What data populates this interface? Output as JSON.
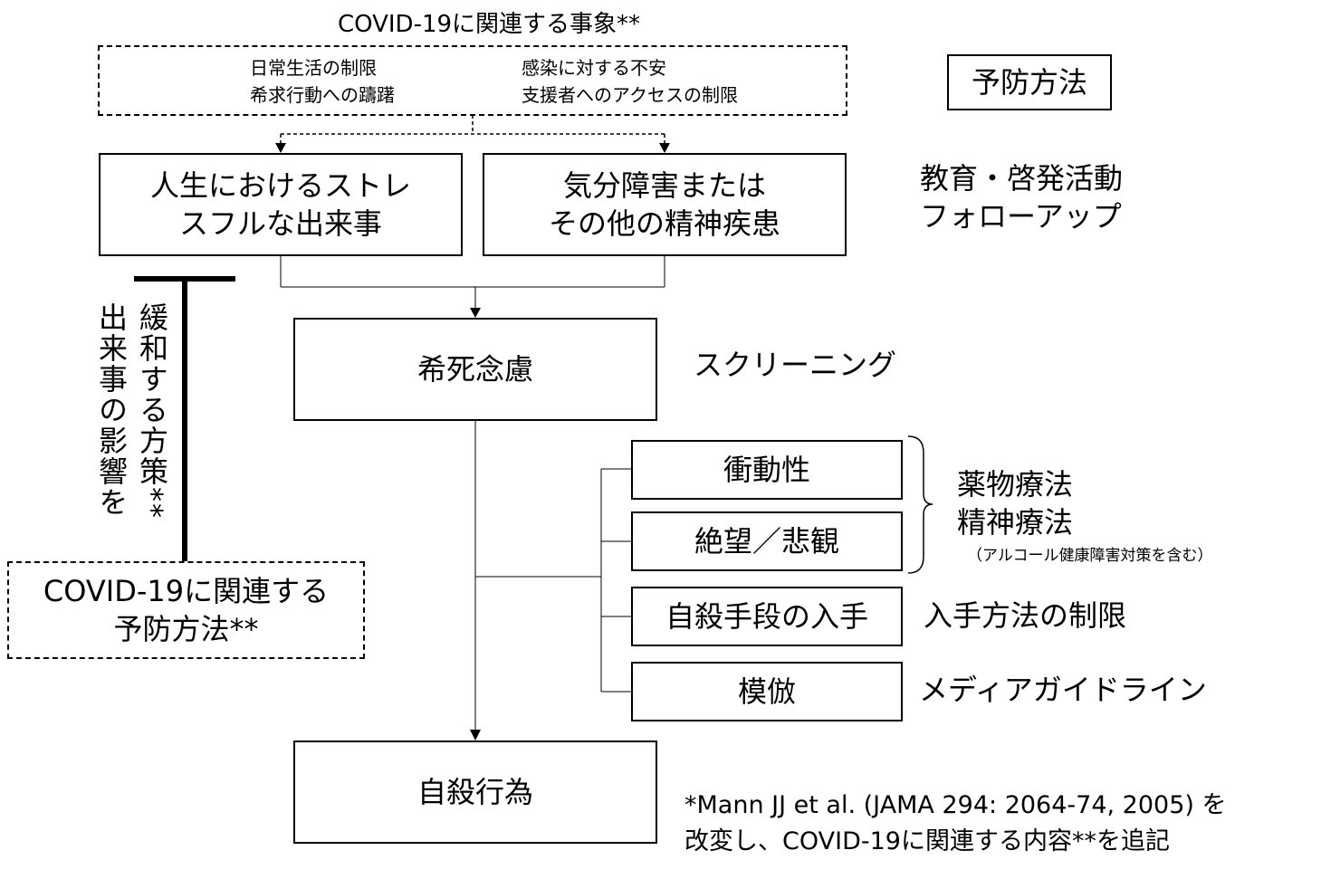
{
  "covid_events": {
    "title": "COVID-19に関連する事象**",
    "left_items": [
      "日常生活の制限",
      "希求行動への躊躇"
    ],
    "right_items": [
      "感染に対する不安",
      "支援者へのアクセスの制限"
    ]
  },
  "prevention_header": "予防方法",
  "boxes": {
    "stressful_events": [
      "人生におけるストレ",
      "スフルな出来事"
    ],
    "mood_disorders": [
      "気分障害または",
      "その他の精神疾患"
    ],
    "suicidal_ideation": "希死念慮",
    "impulsivity": "衝動性",
    "despair": "絶望／悲観",
    "means": "自殺手段の入手",
    "imitation": "模倣",
    "suicidal_behavior": "自殺行為"
  },
  "prevention_methods": {
    "education": [
      "教育・啓発活動",
      "フォローアップ"
    ],
    "screening": "スクリーニング",
    "therapy": [
      "薬物療法",
      "精神療法"
    ],
    "therapy_note": "（アルコール健康障害対策を含む）",
    "means_restriction": "入手方法の制限",
    "media_guideline": "メディアガイドライン"
  },
  "mitigation": {
    "vertical_right": "緩和する方策**",
    "vertical_left": "出来事の影響を"
  },
  "covid_prevention": [
    "COVID-19に関連する",
    "予防方法**"
  ],
  "footnote": [
    "*Mann JJ et al. (JAMA 294: 2064-74, 2005) を",
    "改変し、COVID-19に関連する内容**を追記"
  ]
}
